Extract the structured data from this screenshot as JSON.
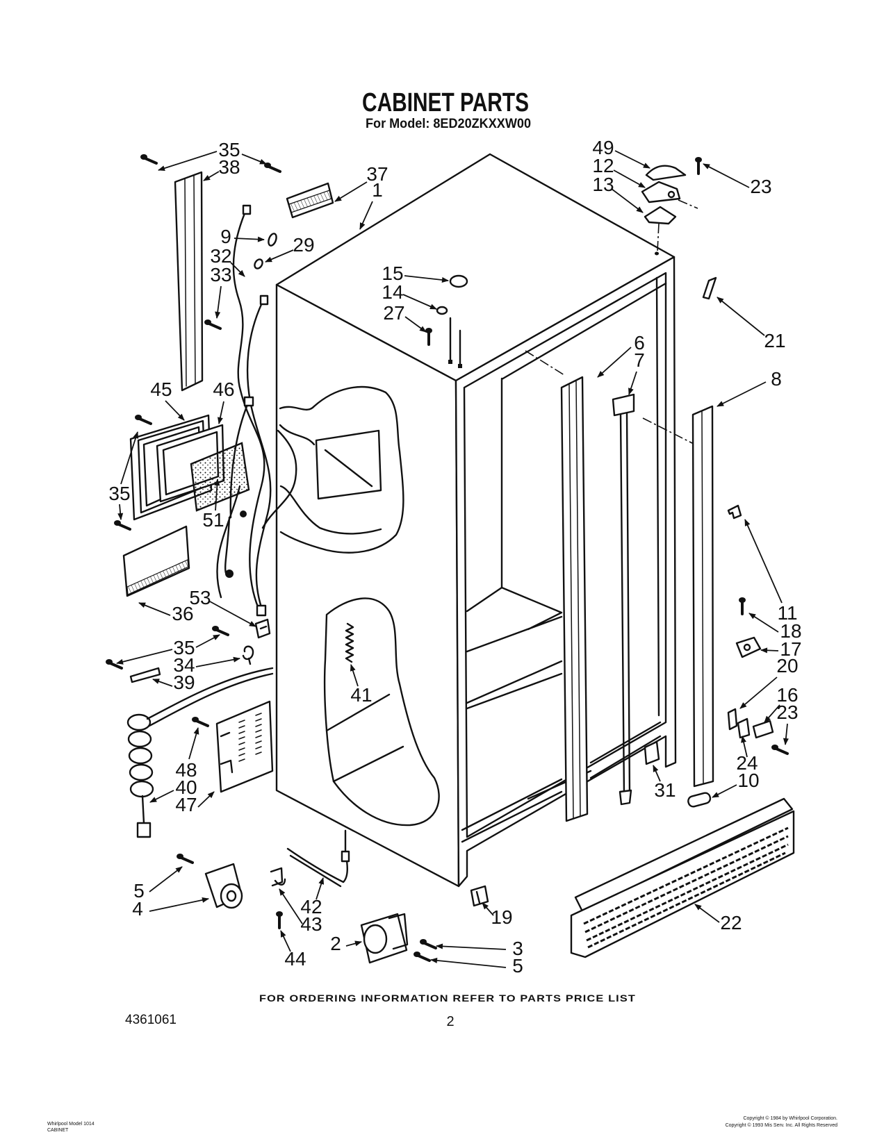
{
  "title": "CABINET PARTS",
  "model_line": "For Model: 8ED20ZKXXW00",
  "callouts": [
    "35",
    "38",
    "37",
    "1",
    "9",
    "29",
    "32",
    "33",
    "49",
    "12",
    "13",
    "23",
    "15",
    "14",
    "27",
    "21",
    "6",
    "7",
    "8",
    "45",
    "46",
    "35",
    "51",
    "53",
    "36",
    "11",
    "18",
    "17",
    "20",
    "35",
    "34",
    "39",
    "41",
    "16",
    "23",
    "48",
    "40",
    "47",
    "24",
    "10",
    "31",
    "19",
    "22",
    "5",
    "4",
    "42",
    "43",
    "2",
    "3",
    "5",
    "44"
  ],
  "footer": {
    "ordering_note": "FOR ORDERING INFORMATION REFER TO PARTS PRICE LIST",
    "doc_number": "4361061",
    "page_number": "2",
    "left_credit": [
      "Whirlpool Model 1014",
      "CABINET"
    ],
    "copyright": [
      "Copyright © 1984 by Whirlpool Corporation.",
      "Copyright © 1993 Mis Serv. Inc. All Rights Reserved"
    ]
  }
}
